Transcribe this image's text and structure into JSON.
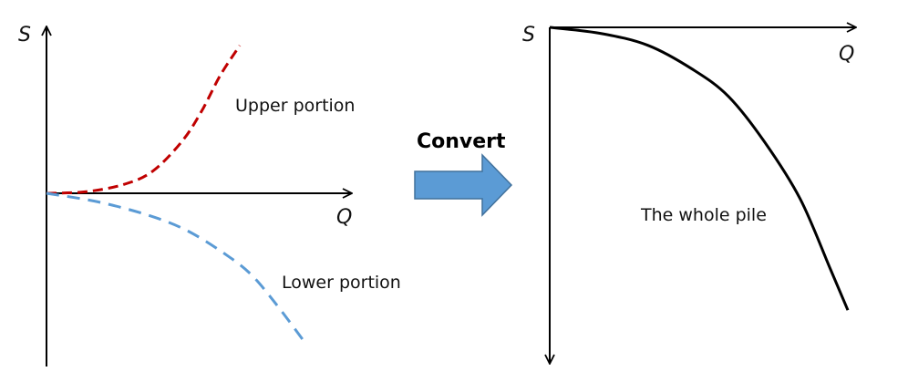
{
  "left_panel": {
    "y_axis_label": "S",
    "x_axis_label": "Q",
    "upper_curve": {
      "label": "Upper portion",
      "color": "#c00000",
      "style": "dashed"
    },
    "lower_curve": {
      "label": "Lower portion",
      "color": "#5b9bd5",
      "style": "dashed"
    }
  },
  "convert": {
    "label": "Convert",
    "arrow_color": "#5b9bd5",
    "arrow_border": "#41719c"
  },
  "right_panel": {
    "y_axis_label": "S",
    "x_axis_label": "Q",
    "curve": {
      "label": "The whole pile",
      "color": "#000000",
      "style": "solid"
    }
  },
  "chart_data": [
    {
      "type": "line",
      "title": "",
      "xlabel": "Q",
      "ylabel": "S",
      "grid": false,
      "series": [
        {
          "name": "Upper portion",
          "x": [
            0,
            0.2,
            0.4,
            0.55,
            0.7,
            0.8,
            0.9,
            1.0
          ],
          "y": [
            0,
            0.01,
            0.06,
            0.15,
            0.35,
            0.55,
            0.8,
            1.0
          ]
        },
        {
          "name": "Lower portion",
          "x": [
            0,
            0.2,
            0.4,
            0.55,
            0.7,
            0.8,
            0.9,
            1.0
          ],
          "y": [
            0,
            -0.05,
            -0.13,
            -0.22,
            -0.36,
            -0.48,
            -0.66,
            -0.86
          ]
        }
      ]
    },
    {
      "type": "line",
      "title": "",
      "xlabel": "Q",
      "ylabel": "S",
      "grid": false,
      "series": [
        {
          "name": "The whole pile",
          "x": [
            0,
            0.17,
            0.33,
            0.48,
            0.6,
            0.72,
            0.84,
            0.94,
            1.0
          ],
          "y": [
            0,
            -0.02,
            -0.06,
            -0.14,
            -0.23,
            -0.38,
            -0.57,
            -0.8,
            -0.94
          ]
        }
      ]
    }
  ]
}
